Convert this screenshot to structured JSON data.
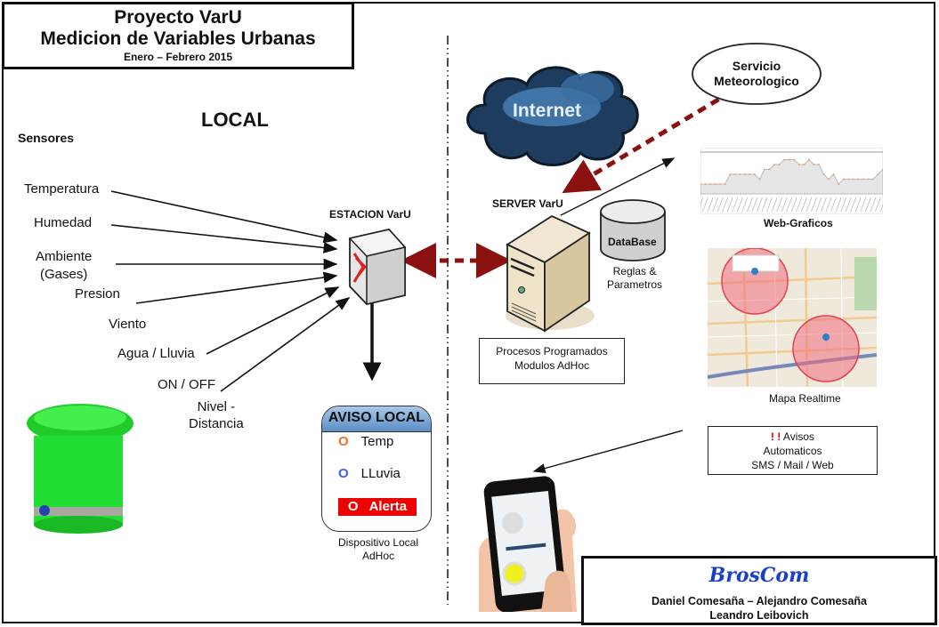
{
  "header": {
    "title_line1": "Proyecto VarU",
    "title_line2": "Medicion de Variables Urbanas",
    "date_range": "Enero – Febrero 2015"
  },
  "local": {
    "section_title": "LOCAL",
    "sensors_heading": "Sensores",
    "sensors": [
      "Temperatura",
      "Humedad",
      "Ambiente\n(Gases)",
      "Presion",
      "Viento",
      "Agua / Lluvia",
      "ON / OFF",
      "Nivel -\nDistancia"
    ],
    "station_label": "ESTACION  VarU",
    "aviso": {
      "title": "AVISO LOCAL",
      "items": [
        {
          "label": "Temp",
          "indicator": "O",
          "color": "#f07020"
        },
        {
          "label": "LLuvia",
          "indicator": "O",
          "color": "#3a5ff0"
        },
        {
          "label": "Alerta",
          "indicator": "O",
          "color": "#ee0000"
        }
      ],
      "caption_line1": "Dispositivo Local",
      "caption_line2": "AdHoc"
    }
  },
  "remote": {
    "internet_label": "Internet",
    "weather_service_line1": "Servicio",
    "weather_service_line2": "Meteorologico",
    "server_label": "SERVER  VarU",
    "database_label": "DataBase",
    "database_caption_line1": "Reglas &",
    "database_caption_line2": "Parametros",
    "processes_line1": "Procesos Programados",
    "processes_line2": "Modulos AdHoc",
    "web_charts_label": "Web-Graficos",
    "map_label": "Mapa Realtime",
    "alerts": {
      "bang": "! !",
      "line1": "Avisos",
      "line2": "Automaticos",
      "line3": "SMS / Mail / Web"
    }
  },
  "footer": {
    "brand": "BrosCom",
    "authors_line1": "Daniel Comesaña – Alejandro Comesaña",
    "authors_line2": "Leandro Leibovich"
  },
  "colors": {
    "dashed_link": "#8b1010",
    "brand": "#1a3fc8",
    "alert": "#ee0000",
    "cloud": "#2a5580",
    "sensor_green": "#22dd33"
  },
  "chart_data": {
    "type": "area",
    "title": "Web-Graficos",
    "values": [
      1,
      1,
      1,
      1,
      1,
      1,
      2,
      2,
      2,
      2,
      2,
      2,
      1.5,
      2.5,
      2.5,
      3,
      3,
      3.5,
      3.5,
      3.5,
      3,
      3,
      3.5,
      3,
      3,
      2,
      1.5,
      2,
      1,
      1.5,
      1.5,
      1.5,
      1.5,
      1.5,
      1.5,
      1.5,
      2,
      2.5
    ],
    "grid": true
  }
}
